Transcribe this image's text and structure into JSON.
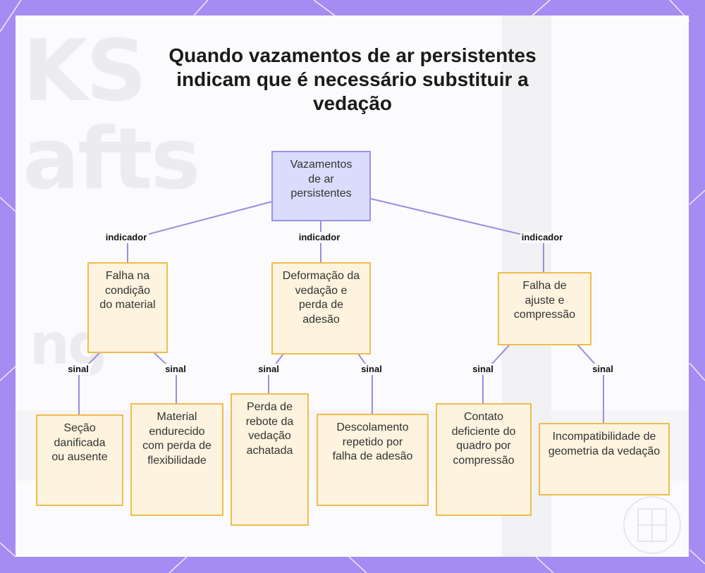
{
  "title": "Quando vazamentos de ar persistentes indicam que é necessário substituir a vedação",
  "nodes": {
    "root": "Vazamentos de ar persistentes",
    "cause1": "Falha na condição do material",
    "cause2": "Deformação da vedação e perda de adesão",
    "cause3": "Falha de ajuste e compressão",
    "sign1": "Seção danificada ou ausente",
    "sign2": "Material endurecido com perda de flexibilidade",
    "sign3": "Perda de rebote da vedação achatada",
    "sign4": "Descolamento repetido por falha de adesão",
    "sign5": "Contato deficiente do quadro por compressão",
    "sign6": "Incompatibilidade de geometria da vedação"
  },
  "edge_labels": {
    "indicator": "indicador",
    "signal": "sinal"
  },
  "colors": {
    "frame": "#a48cf3",
    "root_fill": "#d9dcfb",
    "root_border": "#9a93e8",
    "node_fill": "#fdf3df",
    "node_border": "#f0bd4c",
    "edge": "#9d8be0"
  }
}
